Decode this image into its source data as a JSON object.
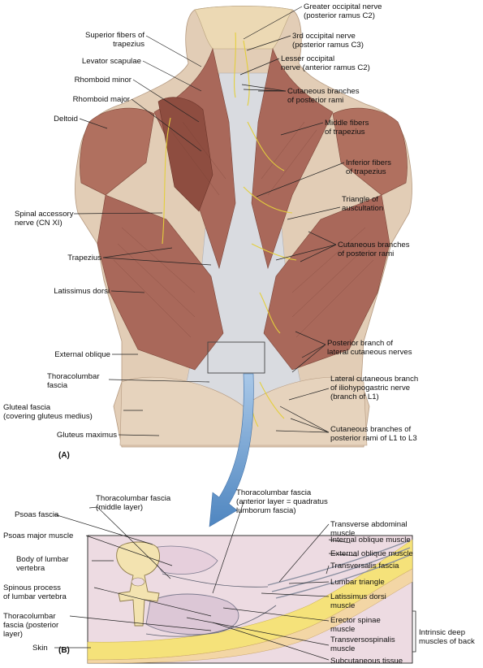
{
  "figure": {
    "panel_a_label": "(A)",
    "panel_b_label": "(B)",
    "panel_a_labels": [
      {
        "id": "greater-occipital",
        "lines": [
          "Greater occipital nerve",
          "(posterior ramus C2)"
        ]
      },
      {
        "id": "third-occipital",
        "lines": [
          "3rd occipital nerve",
          "(posterior ramus C3)"
        ]
      },
      {
        "id": "lesser-occipital",
        "lines": [
          "Lesser occipital",
          "nerve (anterior ramus C2)"
        ]
      },
      {
        "id": "cutaneous-posterior-rami-upper",
        "lines": [
          "Cutaneous branches",
          "of posterior rami"
        ]
      },
      {
        "id": "middle-trapezius",
        "lines": [
          "Middle fibers",
          "of trapezius"
        ]
      },
      {
        "id": "inferior-trapezius",
        "lines": [
          "Inferior fibers",
          "of trapezius"
        ]
      },
      {
        "id": "triangle-auscultation",
        "lines": [
          "Triangle of",
          "auscultation"
        ]
      },
      {
        "id": "cutaneous-posterior-rami-mid",
        "lines": [
          "Cutaneous branches",
          "of posterior rami"
        ]
      },
      {
        "id": "posterior-branch-lateral",
        "lines": [
          "Posterior branch of",
          "lateral cutaneous nerves"
        ]
      },
      {
        "id": "lateral-cutaneous-iliohypogastric",
        "lines": [
          "Lateral cutaneous branch",
          "of iliohypogastric nerve",
          "(branch of L1)"
        ]
      },
      {
        "id": "cutaneous-l1-l3",
        "lines": [
          "Cutaneous branches of",
          "posterior rami of L1 to L3"
        ]
      },
      {
        "id": "superior-trapezius",
        "lines": [
          "Superior fibers of",
          "trapezius"
        ]
      },
      {
        "id": "levator-scapulae",
        "lines": [
          "Levator scapulae"
        ]
      },
      {
        "id": "rhomboid-minor",
        "lines": [
          "Rhomboid minor"
        ]
      },
      {
        "id": "rhomboid-major",
        "lines": [
          "Rhomboid major"
        ]
      },
      {
        "id": "deltoid",
        "lines": [
          "Deltoid"
        ]
      },
      {
        "id": "spinal-accessory",
        "lines": [
          "Spinal accessory",
          "nerve (CN XI)"
        ]
      },
      {
        "id": "trapezius",
        "lines": [
          "Trapezius"
        ]
      },
      {
        "id": "latissimus-dorsi",
        "lines": [
          "Latissimus dorsi"
        ]
      },
      {
        "id": "external-oblique",
        "lines": [
          "External oblique"
        ]
      },
      {
        "id": "thoracolumbar-fascia-a",
        "lines": [
          "Thoracolumbar",
          "fascia"
        ]
      },
      {
        "id": "gluteal-fascia",
        "lines": [
          "Gluteal fascia",
          "(covering gluteus medius)"
        ]
      },
      {
        "id": "gluteus-maximus",
        "lines": [
          "Gluteus maximus"
        ]
      }
    ],
    "panel_b_labels": [
      {
        "id": "tlf-middle",
        "lines": [
          "Thoracolumbar fascia",
          "(middle layer)"
        ]
      },
      {
        "id": "tlf-anterior",
        "lines": [
          "Thoracolumbar fascia",
          "(anterior layer = quadratus",
          "lumborum fascia)"
        ]
      },
      {
        "id": "psoas-fascia",
        "lines": [
          "Psoas fascia"
        ]
      },
      {
        "id": "psoas-major",
        "lines": [
          "Psoas major muscle"
        ]
      },
      {
        "id": "body-lumbar",
        "lines": [
          "Body of lumbar",
          "vertebra"
        ]
      },
      {
        "id": "spinous-process",
        "lines": [
          "Spinous process",
          "of lumbar vertebra"
        ]
      },
      {
        "id": "tlf-posterior",
        "lines": [
          "Thoracolumbar",
          "fascia (posterior",
          "layer)"
        ]
      },
      {
        "id": "skin",
        "lines": [
          "Skin"
        ]
      },
      {
        "id": "transverse-abdominal",
        "lines": [
          "Transverse abdominal",
          "muscle"
        ]
      },
      {
        "id": "internal-oblique",
        "lines": [
          "Internal oblique muscle"
        ]
      },
      {
        "id": "external-oblique-b",
        "lines": [
          "External oblique muscle"
        ]
      },
      {
        "id": "transversalis",
        "lines": [
          "Transversalis fascia"
        ]
      },
      {
        "id": "lumbar-triangle",
        "lines": [
          "Lumbar triangle"
        ]
      },
      {
        "id": "latissimus-b",
        "lines": [
          "Latissimus dorsi",
          "muscle"
        ]
      },
      {
        "id": "erector-spinae",
        "lines": [
          "Erector spinae",
          "muscle"
        ]
      },
      {
        "id": "transversospinalis",
        "lines": [
          "Transversospinalis",
          "muscle"
        ]
      },
      {
        "id": "subcutaneous",
        "lines": [
          "Subcutaneous tissue"
        ]
      },
      {
        "id": "intrinsic-deep",
        "lines": [
          "Intrinsic deep",
          "muscles of back"
        ]
      }
    ],
    "colors": {
      "muscle": "#a9685a",
      "muscle_dark": "#7d4538",
      "skin": "#e8d6c2",
      "fascia": "#dadde2",
      "nerve": "#e3cf3c",
      "fat": "#f5e27a",
      "panel_b_bg": "#eddbe2",
      "bone": "#f3e3b0",
      "arrow": "#6f9fd1"
    }
  }
}
